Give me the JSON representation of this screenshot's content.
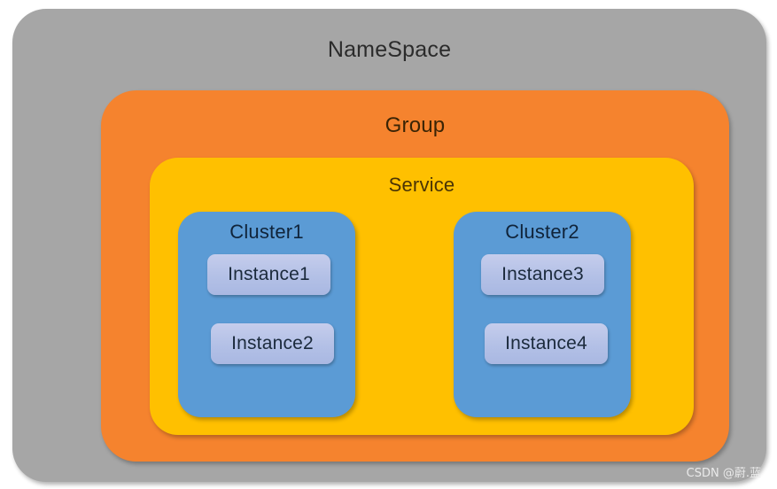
{
  "diagram": {
    "type": "nested-containers",
    "namespace": {
      "label": "NameSpace",
      "color": "#a6a6a6",
      "group": {
        "label": "Group",
        "color": "#f5832e",
        "service": {
          "label": "Service",
          "color": "#ffc000",
          "clusters": [
            {
              "label": "Cluster1",
              "color": "#5b9bd5",
              "instances": [
                {
                  "label": "Instance1",
                  "color": "#b8c4e8"
                },
                {
                  "label": "Instance2",
                  "color": "#b8c4e8"
                }
              ]
            },
            {
              "label": "Cluster2",
              "color": "#5b9bd5",
              "instances": [
                {
                  "label": "Instance3",
                  "color": "#b8c4e8"
                },
                {
                  "label": "Instance4",
                  "color": "#b8c4e8"
                }
              ]
            }
          ]
        }
      }
    }
  },
  "watermark": {
    "text": "CSDN @蔚.蓝"
  }
}
